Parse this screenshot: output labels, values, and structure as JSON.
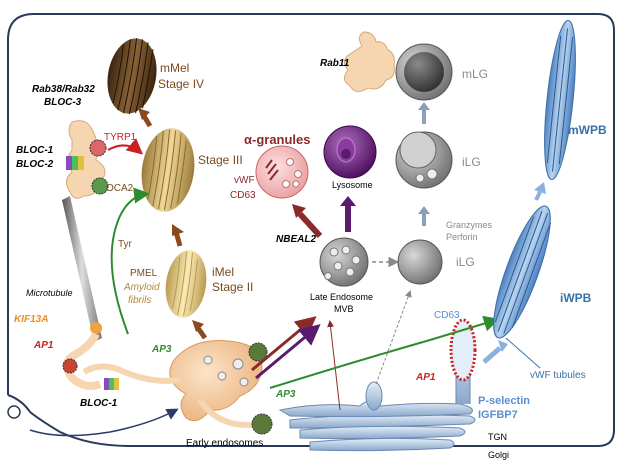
{
  "labels": {
    "mMel": "mMel",
    "stage_iv": "Stage IV",
    "rab38_rab32": "Rab38/Rab32",
    "bloc3": "BLOC-3",
    "bloc1_top": "BLOC-1",
    "bloc2": "BLOC-2",
    "tyrp1": "TYRP1",
    "oca2": "OCA2",
    "stage_iii": "Stage III",
    "tyr": "Tyr",
    "pmel": "PMEL",
    "amyloid": "Amyloid",
    "fibrils": "fibrils",
    "iMel": "iMel",
    "stage_ii": "Stage II",
    "microtubule": "Microtubule",
    "kif13a": "KIF13A",
    "ap1_left": "AP1",
    "ap3_top": "AP3",
    "bloc1_bottom": "BLOC-1",
    "early_endosomes": "Early endosomes",
    "alpha_granules": "α-granules",
    "vwf": "vWF",
    "cd63_alpha": "CD63",
    "lysosome": "Lysosome",
    "nbeal2": "NBEAL2",
    "late_endosome": "Late Endosome",
    "mvb": "MVB",
    "ap3_mid": "AP3",
    "rab11": "Rab11",
    "mLG": "mLG",
    "iLG_top": "iLG",
    "granzymes": "Granzymes",
    "perforin": "Perforin",
    "iLG_bottom": "iLG",
    "cd63_right": "CD63",
    "mWPB": "mWPB",
    "iWPB": "iWPB",
    "vwf_tubules": "vWF tubules",
    "ap1_right": "AP1",
    "p_selectin": "P-selectin",
    "igfbp7": "IGFBP7",
    "tgn": "TGN",
    "golgi": "Golgi"
  },
  "colors": {
    "melanosome_text": "#7a4a1e",
    "brown_arrow": "#8b4a1c",
    "green": "#2e8b2e",
    "red": "#cc1f1f",
    "orange": "#f08c1e",
    "purple": "#5a1a6e",
    "maroon": "#8b2a2a",
    "gray_text": "#8a8a8a",
    "blue": "#3a6fa8",
    "light_blue": "#5a8fd0"
  }
}
